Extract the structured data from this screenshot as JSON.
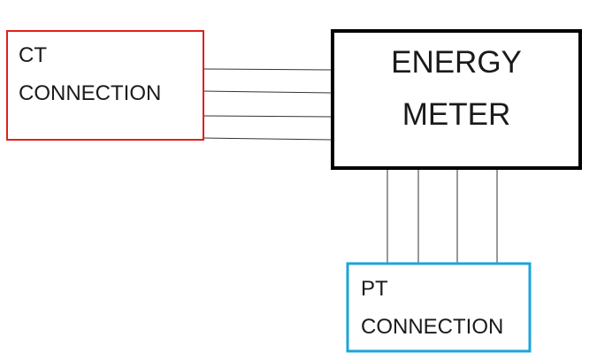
{
  "diagram": {
    "ct_box": {
      "line1": "CT",
      "line2": "CONNECTION",
      "border_color": "#e0201c"
    },
    "meter_box": {
      "line1": "ENERGY",
      "line2": "METER",
      "border_color": "#000000"
    },
    "pt_box": {
      "line1": "PT",
      "line2": "CONNECTION",
      "border_color": "#1ba4dc"
    },
    "ct_wire_count": 4,
    "pt_wire_count": 4,
    "wire_color": "#333333"
  }
}
